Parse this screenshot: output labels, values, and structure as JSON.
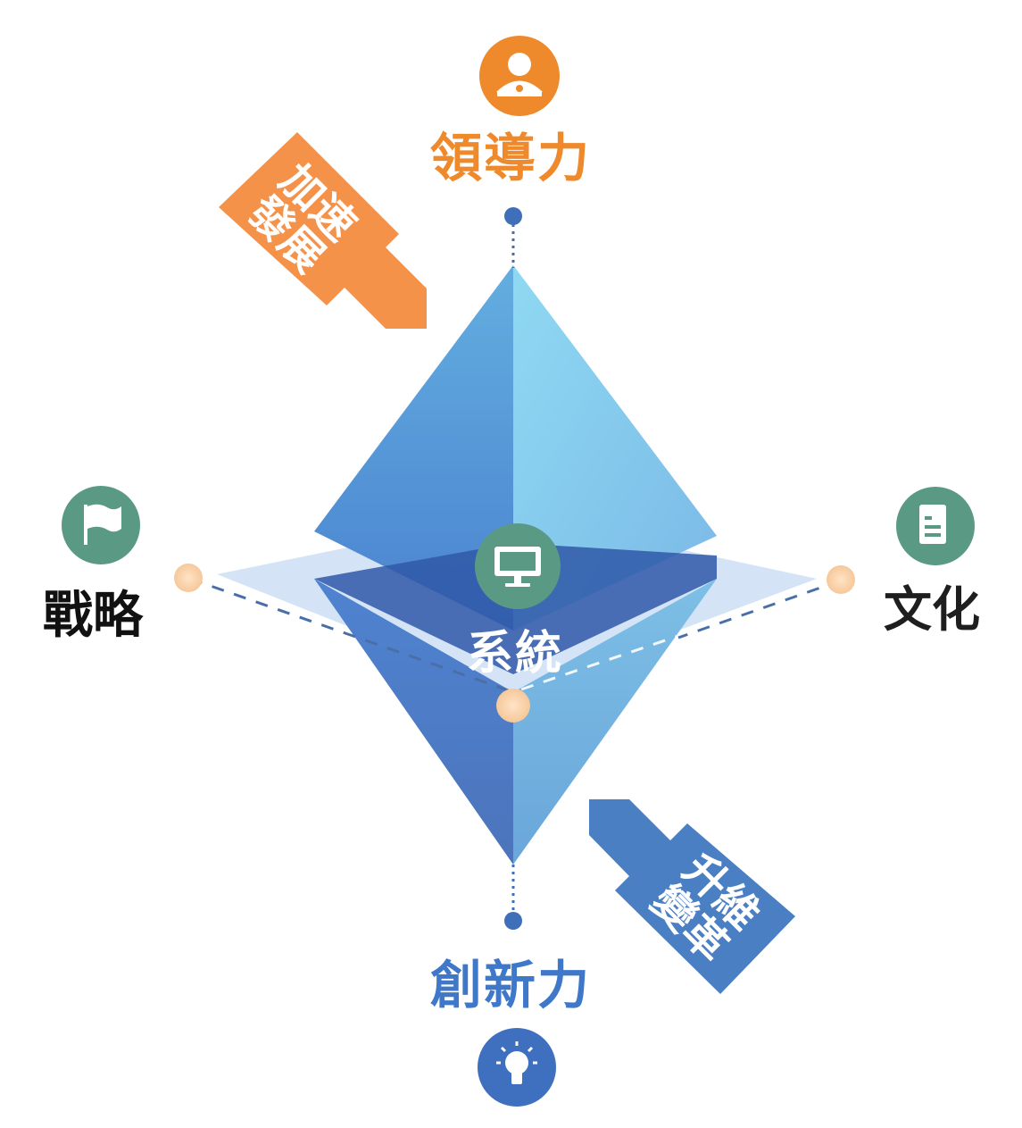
{
  "nodes": {
    "top": {
      "label": "領導力",
      "icon": "leader-presenter-icon",
      "color": "#ef8a2c"
    },
    "left": {
      "label": "戰略",
      "icon": "flag-icon",
      "color": "#5a9a84"
    },
    "right": {
      "label": "文化",
      "icon": "document-icon",
      "color": "#5a9a84"
    },
    "bottom": {
      "label": "創新力",
      "icon": "lightbulb-icon",
      "color": "#3f78c8"
    },
    "center": {
      "label": "系統",
      "icon": "monitor-icon",
      "color": "#5a9a84"
    }
  },
  "arrows": {
    "accelerate": {
      "line1": "加速",
      "line2": "發展",
      "color": "#f5924a"
    },
    "transform": {
      "line1": "升維",
      "line2": "變革",
      "color": "#4a7fc4"
    }
  }
}
